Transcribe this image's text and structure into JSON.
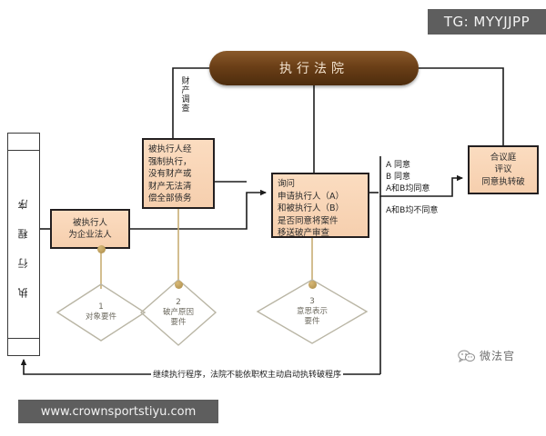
{
  "diagram": {
    "title_node": "执行法院",
    "rail_label": "执 行 程 序",
    "vertical_label": "财产调查",
    "boxes": {
      "debtor": "被执行人\n为企业法人",
      "strike": "被执行人经\n强制执行，\n没有财产或\n财产无法清\n偿全部债务",
      "inquiry": "询问\n申请执行人（A）\n和被执行人（B）\n是否同意将案件\n移送破产审查",
      "panel": "合议庭\n评议\n同意执转破"
    },
    "conditions": {
      "agree": "A 同意\nB 同意\nA和B均同意",
      "disagree": "A和B均不同意"
    },
    "return_label": "继续执行程序，法院不能依职权主动启动执转破程序",
    "diamonds": [
      {
        "num": "1",
        "label": "对象要件"
      },
      {
        "num": "2",
        "label": "破产原因\n要件"
      },
      {
        "num": "3",
        "label": "意思表示\n要件"
      }
    ]
  },
  "watermarks": {
    "telegram": "TG: MYYJJPP",
    "site": "www.crownsportstiyu.com",
    "brand": "微法官"
  },
  "colors": {
    "court_brown": "#6b3f17",
    "box_peach": "#f6cfae",
    "outline": "#231f20",
    "diamond_gray": "#b9b5a4",
    "watermark_gray": "#5e5e5e"
  }
}
